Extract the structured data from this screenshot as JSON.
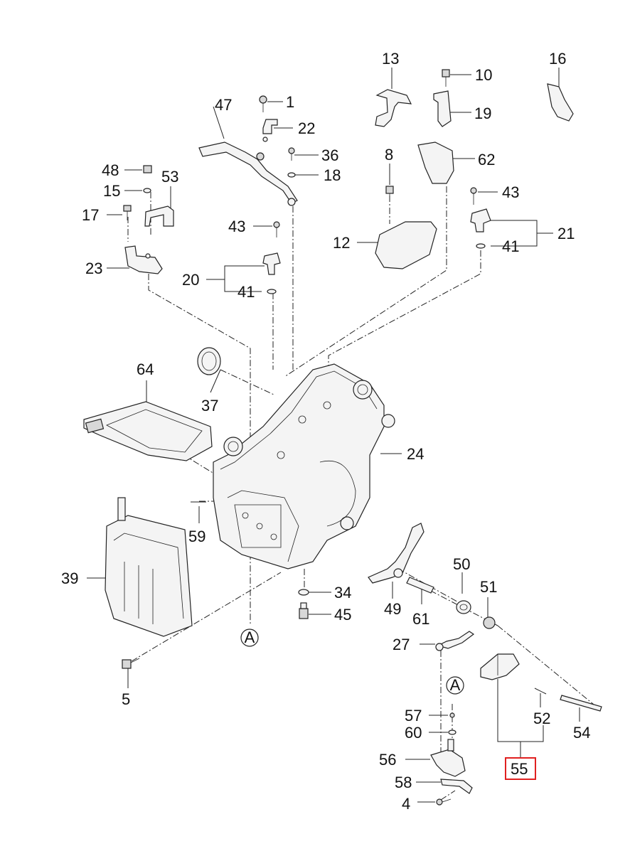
{
  "labels": {
    "p1": "1",
    "p4": "4",
    "p5": "5",
    "p8": "8",
    "p10": "10",
    "p12": "12",
    "p13": "13",
    "p15": "15",
    "p16": "16",
    "p17": "17",
    "p18": "18",
    "p19": "19",
    "p20": "20",
    "p21": "21",
    "p22": "22",
    "p23": "23",
    "p24": "24",
    "p27": "27",
    "p34": "34",
    "p36": "36",
    "p37": "37",
    "p39": "39",
    "p41a": "41",
    "p41b": "41",
    "p43a": "43",
    "p43b": "43",
    "p45": "45",
    "p47": "47",
    "p48": "48",
    "p49": "49",
    "p50": "50",
    "p51": "51",
    "p52": "52",
    "p53": "53",
    "p54": "54",
    "p55": "55",
    "p56": "56",
    "p57": "57",
    "p58": "58",
    "p59": "59",
    "p60": "60",
    "p61": "61",
    "p62": "62",
    "p64": "64"
  },
  "refs": {
    "a1": "A",
    "a2": "A"
  },
  "highlight": {
    "part": "55",
    "color": "#e02020"
  }
}
